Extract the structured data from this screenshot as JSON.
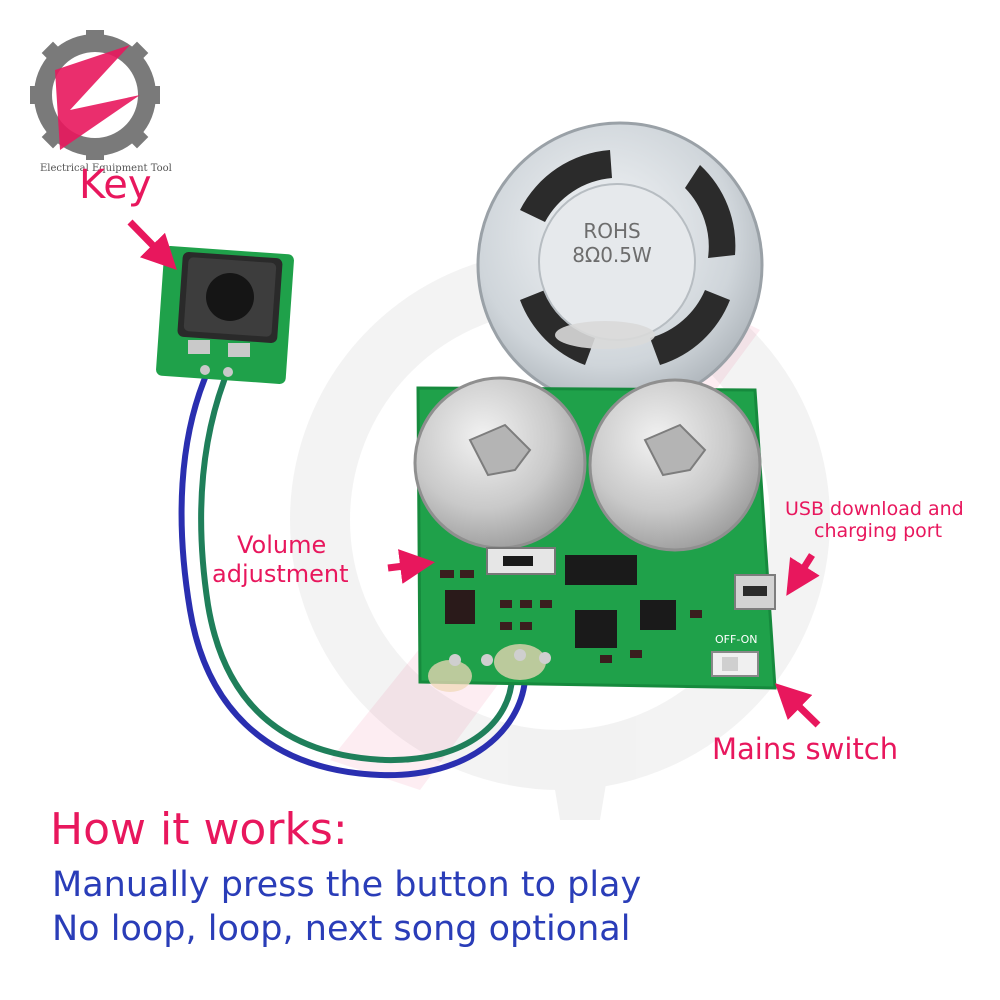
{
  "brand": {
    "logo_text": "Electrical Equipment Tool",
    "logo_icon": "gear-logo-icon"
  },
  "callouts": {
    "key": "Key",
    "volume_line1": "Volume",
    "volume_line2": "adjustment",
    "usb_line1": "USB download and",
    "usb_line2": "charging port",
    "mains": "Mains switch"
  },
  "speaker": {
    "marking1": "ROHS",
    "marking2": "8Ω0.5W"
  },
  "board": {
    "switch_marking": "OFF-ON"
  },
  "info": {
    "heading": "How it works:",
    "line1": "Manually press the button to play",
    "line2": "No loop, loop, next song optional"
  },
  "colors": {
    "accent_pink": "#e8175d",
    "text_blue": "#2a3db8",
    "pcb_green": "#1fa14a"
  }
}
